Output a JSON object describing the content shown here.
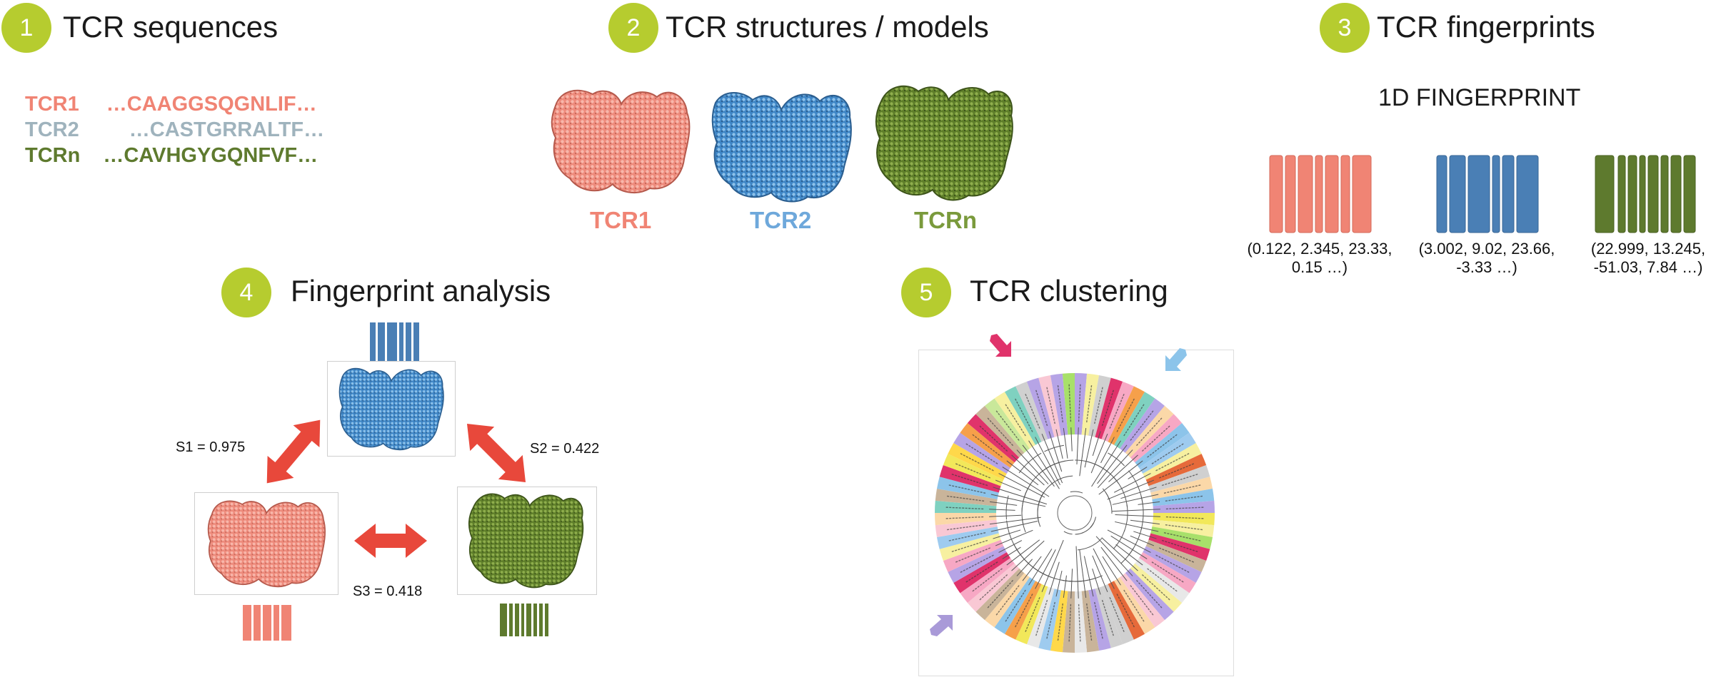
{
  "colors": {
    "badge": "#b6cc2f",
    "tcr1": "#f08474",
    "tcr2": "#4a7fb5",
    "tcrn": "#5e7a2e",
    "tcr2_sequence": "#9fb3bd",
    "arrow": "#e8483b"
  },
  "steps": [
    {
      "number": "1",
      "title": "TCR sequences"
    },
    {
      "number": "2",
      "title": "TCR structures / models"
    },
    {
      "number": "3",
      "title": "TCR fingerprints"
    },
    {
      "number": "4",
      "title": "Fingerprint analysis"
    },
    {
      "number": "5",
      "title": "TCR clustering"
    }
  ],
  "sequences": [
    {
      "label": "TCR1",
      "seq": "…CAAGGSQGNLIF…"
    },
    {
      "label": "TCR2",
      "seq": "…CASTGRRALTF…"
    },
    {
      "label": "TCRn",
      "seq": "…CAVHGYGQNFVF…"
    }
  ],
  "structures": [
    {
      "label": "TCR1"
    },
    {
      "label": "TCR2"
    },
    {
      "label": "TCRn"
    }
  ],
  "fingerprint": {
    "heading": "1D FINGERPRINT",
    "captions": [
      {
        "line1": "(0.122, 2.345, 23.33,",
        "line2": "0.15 …)"
      },
      {
        "line1": "(3.002, 9.02, 23.66,",
        "line2": "-3.33 …)"
      },
      {
        "line1": "(22.999, 13.245,",
        "line2": "-51.03, 7.84 …)"
      }
    ]
  },
  "analysis": {
    "s1": "S1 = 0.975",
    "s2": "S2 = 0.422",
    "s3": "S3 = 0.418"
  }
}
